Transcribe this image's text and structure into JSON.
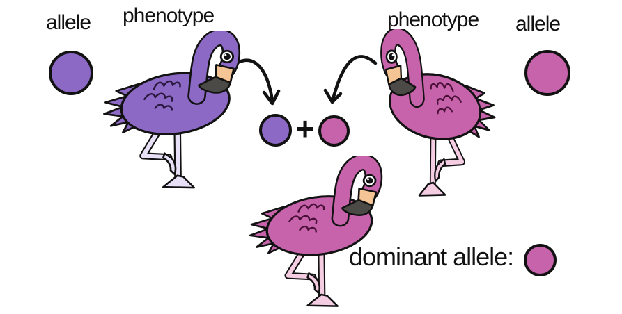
{
  "diagram": {
    "labels": {
      "allele_left": "allele",
      "phenotype_left": "phenotype",
      "phenotype_right": "phenotype",
      "allele_right": "allele",
      "plus": "+",
      "dominant_allele": "dominant allele:"
    },
    "colors": {
      "background": "#ffffff",
      "outline": "#121212",
      "purple": "#8c69c5",
      "pink": "#c763ab",
      "purple_legs": "#e7e0f6",
      "pink_legs": "#f5cde2",
      "beak": "#f4c495",
      "beak_tip": "#4c4a46",
      "eye_white": "#ffffff"
    },
    "allele_circles": [
      {
        "id": "allele-left",
        "meaning": "purple parent allele",
        "fill": "#8c69c5"
      },
      {
        "id": "allele-right",
        "meaning": "pink parent allele",
        "fill": "#c763ab"
      },
      {
        "id": "gamete-purple",
        "meaning": "inherited purple allele",
        "fill": "#8c69c5"
      },
      {
        "id": "gamete-pink",
        "meaning": "inherited pink allele",
        "fill": "#c763ab"
      },
      {
        "id": "dominant-allele-swatch",
        "meaning": "dominant allele",
        "fill": "#c763ab"
      }
    ],
    "flamingos": [
      {
        "id": "parent-purple",
        "body": "#8c69c5",
        "legs": "#e7e0f6",
        "wing": "#2a1840",
        "facing": "right"
      },
      {
        "id": "parent-pink",
        "body": "#c763ab",
        "legs": "#f5cde2",
        "wing": "#4a1038",
        "facing": "left"
      },
      {
        "id": "offspring-pink",
        "body": "#c763ab",
        "legs": "#f5cde2",
        "wing": "#4a1038",
        "facing": "right"
      }
    ]
  }
}
